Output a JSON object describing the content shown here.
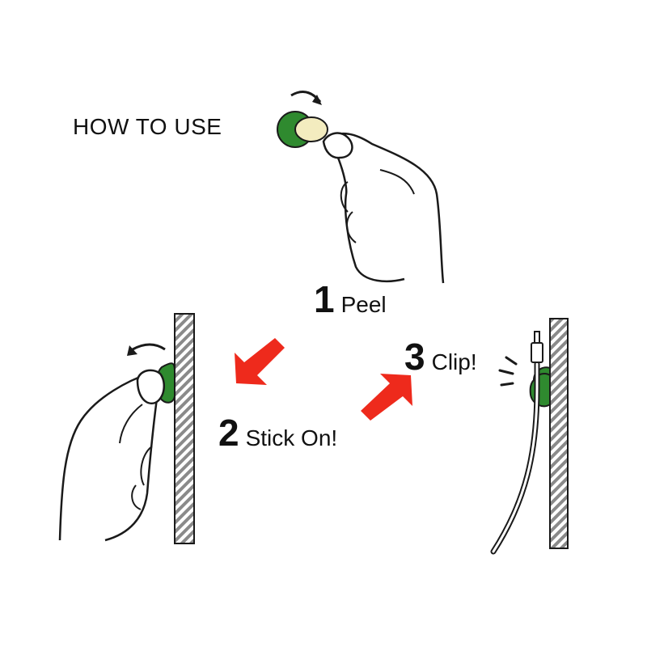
{
  "title": "HOW TO USE",
  "steps": [
    {
      "number": "1",
      "label": "Peel"
    },
    {
      "number": "2",
      "label": "Stick On!"
    },
    {
      "number": "3",
      "label": "Clip!"
    }
  ],
  "colors": {
    "clip_green": "#2f8a2f",
    "adhesive_cream": "#f3ecbf",
    "arrow_red": "#ee2a1c",
    "wall_gray": "#8a8a8a",
    "ink": "#1a1a1a"
  },
  "icons": [
    "peel-hand-icon",
    "stick-hand-icon",
    "cable-clip-icon",
    "arrow-down-left-icon",
    "arrow-up-right-icon",
    "curved-arrow-icon",
    "wall-icon",
    "usb-plug-icon",
    "click-sound-icon"
  ]
}
